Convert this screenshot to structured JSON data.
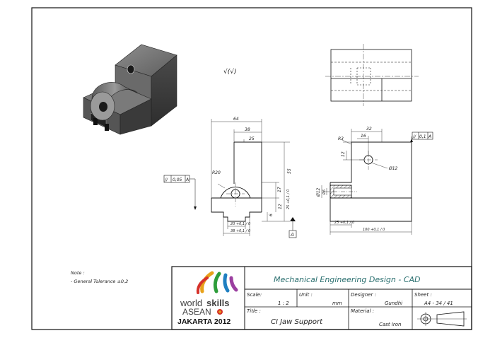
{
  "drawing": {
    "surface_symbol": "√(√)",
    "dimensions": {
      "front_width_total": "64",
      "front_width_top": "38",
      "front_width_upper": "25",
      "front_radius": "R20",
      "front_height_total": "55",
      "front_height_17": "17",
      "front_height_25": "25 +0,1 / 0",
      "front_height_12": "12",
      "front_height_6": "6",
      "front_slot_20": "20 +0,1 / 0",
      "front_slot_38": "38 +0,1 / 0",
      "side_width_32": "32",
      "side_width_16": "16",
      "side_radius": "R3",
      "side_height_12": "12",
      "side_hole": "Ø12",
      "side_bore_12": "Ø12",
      "side_bore_6": "Ø6",
      "side_depth_25": "25 +0,1 / 0",
      "side_length_100": "100 +0,1 / 0"
    },
    "tolerance_front": {
      "symbol": "//",
      "value": "0,05",
      "datum": "A"
    },
    "tolerance_side": {
      "symbol": "//",
      "value": "0,1",
      "datum": "A"
    },
    "datum_label": "A"
  },
  "note": {
    "title": "Note :",
    "line1": "- General Tolerance ±0,2"
  },
  "title_block": {
    "header": "Mechanical Engineering Design - CAD",
    "scale_label": "Scale:",
    "scale_value": "1 : 2",
    "unit_label": "Unit :",
    "unit_value": "mm",
    "designer_label": "Designer :",
    "designer_value": "Gundhi",
    "sheet_label": "Sheet :",
    "sheet_value": "A4 - 34 / 41",
    "title_label": "Title :",
    "title_value": "CI Jaw Support",
    "material_label": "Material :",
    "material_value": "Cast Iron",
    "logo_world": "world",
    "logo_skills": "skills",
    "logo_asean": "ASEAN",
    "logo_city": "JAKARTA 2012"
  }
}
